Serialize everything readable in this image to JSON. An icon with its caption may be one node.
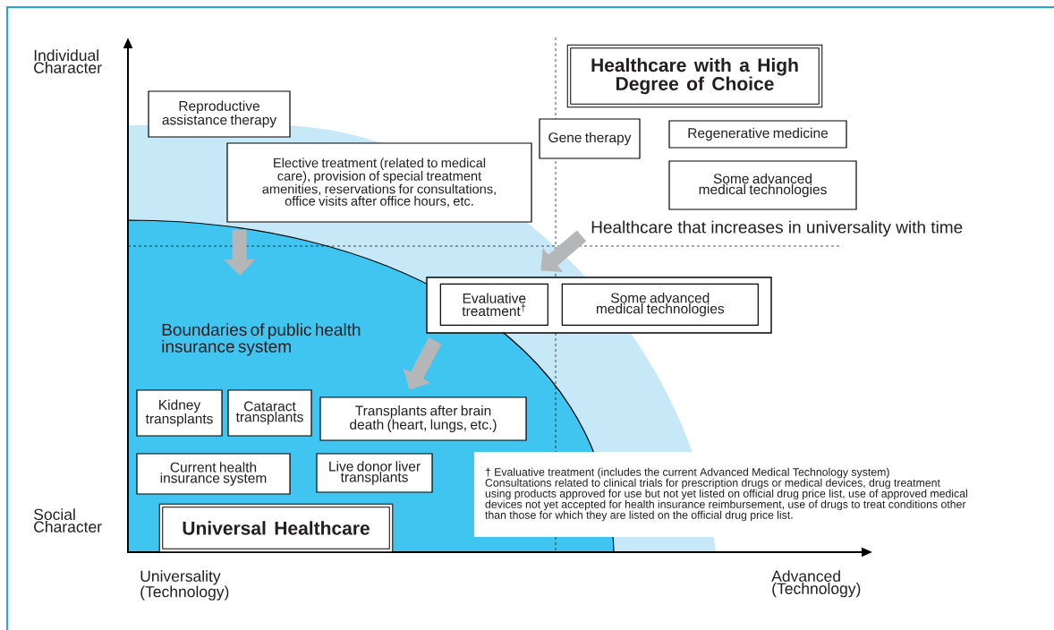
{
  "diagram": {
    "nodes": [
      {
        "text": [
          "Reproductive assistance therapy"
        ]
      },
      {
        "text": [
          "Elective treatment (related to medical care), provision of special treatment amenities, reservations for consultations, office visits after office hours, etc."
        ]
      },
      {
        "text": [
          "Healthcare with a High Degree of Choice"
        ]
      },
      {
        "text": [
          "Gene therapy"
        ]
      },
      {
        "text": [
          "Regenerative medicine"
        ]
      },
      {
        "text": [
          "Some advanced medical technologies"
        ]
      },
      {
        "text": [],
        "shape": "box"
      },
      {
        "text": [
          "Evaluative treatment$^{†}$"
        ],
        "in": 6
      },
      {
        "text": [
          "Some advanced medical technologies"
        ],
        "in": 6
      },
      {
        "text": [
          "Healthcare that increases in universality with time"
        ]
      },
      {
        "text": [
          "Kidney transplants"
        ]
      },
      {
        "text": [
          "Cataract transplants"
        ]
      },
      {
        "text": [
          "Transplants after brain death (heart, lungs, etc.)"
        ]
      },
      {
        "text": [
          "Current health insurance system"
        ]
      },
      {
        "text": [
          "Live donor liver transplants"
        ]
      },
      {
        "text": [
          "Universal Healthcare"
        ]
      },
      {
        "text": [
          "† Evaluative treatment (includes the current Advanced Medical Technology system)",
          "Consultations related to clinical trials for prescription drugs or medical devices, drug treatment using products approved for use but not yet listed on official drug price list, use of approved medical devices not yet accepted for health insurance reimbursement, use of drugs to treat conditions other than those for which they are listed on the official drug price list."
        ]
      }
    ],
    "edges": [
      {
        "from": 1,
        "to": null,
        "arrow": "to"
      },
      {
        "from": 9,
        "to": 6,
        "arrow": "to"
      },
      {
        "from": 6,
        "to": 12,
        "arrow": "to"
      }
    ],
    "labels": [
      "Individual Character",
      "Boundaries of public health insurance system",
      "Social Character",
      "Universality (Technology)",
      "Advanced (Technology)"
    ]
  }
}
